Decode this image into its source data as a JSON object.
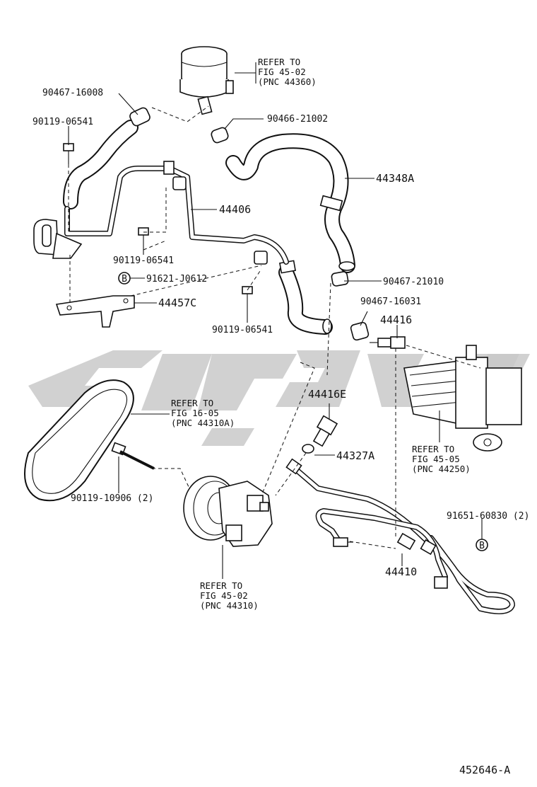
{
  "diagram_id": "452646-A",
  "labels": {
    "reservoir_ref": [
      "REFER TO",
      "FIG 45-02",
      "(PNC 44360)"
    ],
    "clamp_90467_16008": "90467-16008",
    "bolt_90119_06541_top": "90119-06541",
    "clamp_90466_21002": "90466-21002",
    "hose_44348A": "44348A",
    "pipe_44406": "44406",
    "bolt_90119_06541_mid": "90119-06541",
    "bolt_91621_J0612": "91621-J0612",
    "marker_b": "B",
    "bracket_44457C": "44457C",
    "bolt_90119_06541_low": "90119-06541",
    "clamp_90467_21010": "90467-21010",
    "clamp_90467_16031": "90467-16031",
    "union_44416": "44416",
    "belt_ref": [
      "REFER TO",
      "FIG 16-05",
      "(PNC 44310A)"
    ],
    "union_44416E": "44416E",
    "gasket_44327A": "44327A",
    "gear_ref": [
      "REFER TO",
      "FIG 45-05",
      "(PNC 44250)"
    ],
    "bolt_90119_10906": "90119-10906 (2)",
    "union_91651_60830": "91651-60830 (2)",
    "pump_ref": [
      "REFER TO",
      "FIG 45-02",
      "(PNC 44310)"
    ],
    "tube_44410": "44410"
  }
}
